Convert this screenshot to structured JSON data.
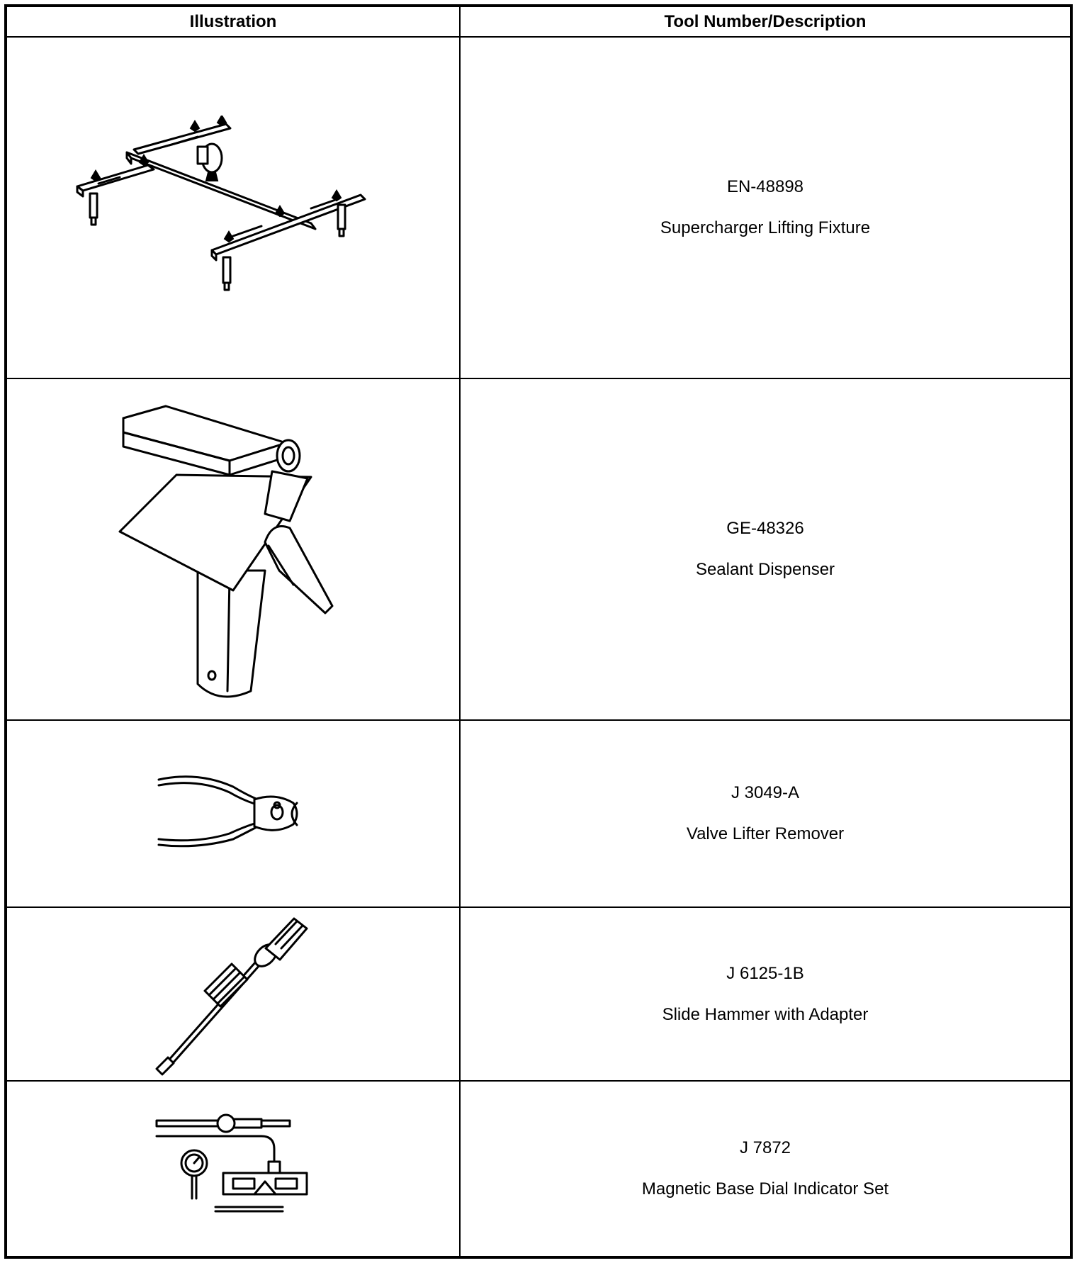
{
  "table": {
    "headers": {
      "illustration": "Illustration",
      "tool": "Tool Number/Description"
    },
    "rows": [
      {
        "tool_number": "EN-48898",
        "description": "Supercharger Lifting Fixture",
        "icon": "lifting-fixture-icon"
      },
      {
        "tool_number": "GE-48326",
        "description": "Sealant Dispenser",
        "icon": "sealant-dispenser-icon"
      },
      {
        "tool_number": "J 3049-A",
        "description": "Valve Lifter Remover",
        "icon": "pliers-icon"
      },
      {
        "tool_number": "J 6125-1B",
        "description": "Slide Hammer with Adapter",
        "icon": "slide-hammer-icon"
      },
      {
        "tool_number": "J 7872",
        "description": "Magnetic Base Dial Indicator Set",
        "icon": "dial-indicator-icon"
      }
    ]
  }
}
